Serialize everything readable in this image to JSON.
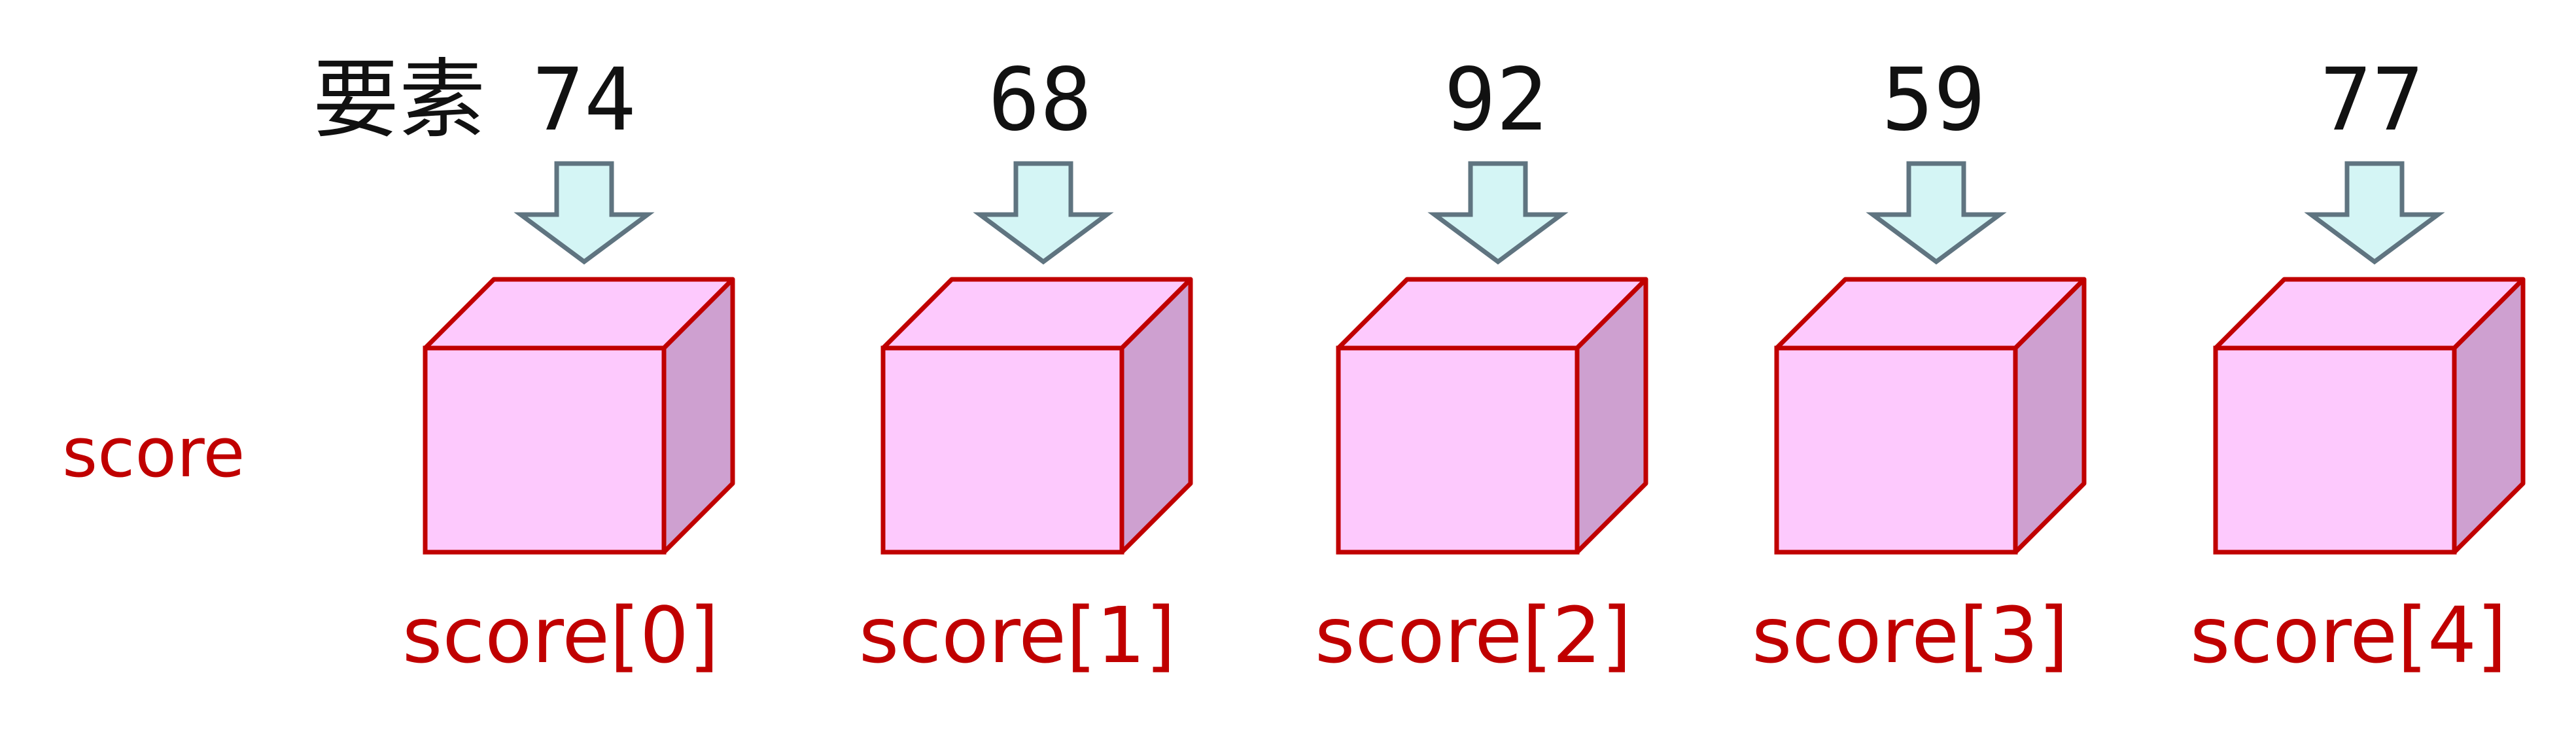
{
  "diagram": {
    "array_name": "score",
    "element_label": "要素",
    "elements": [
      {
        "value": "74",
        "index_label": "score[0]"
      },
      {
        "value": "68",
        "index_label": "score[1]"
      },
      {
        "value": "92",
        "index_label": "score[2]"
      },
      {
        "value": "59",
        "index_label": "score[3]"
      },
      {
        "value": "77",
        "index_label": "score[4]"
      }
    ]
  },
  "colors": {
    "box_front": "#fdc9fd",
    "box_top": "#fdc9fd",
    "box_side": "#cea0d0",
    "box_stroke": "#c00000",
    "arrow_fill": "#d4f5f5",
    "arrow_stroke": "#5f7480",
    "label_red": "#c00000",
    "text_dark": "#111111"
  }
}
